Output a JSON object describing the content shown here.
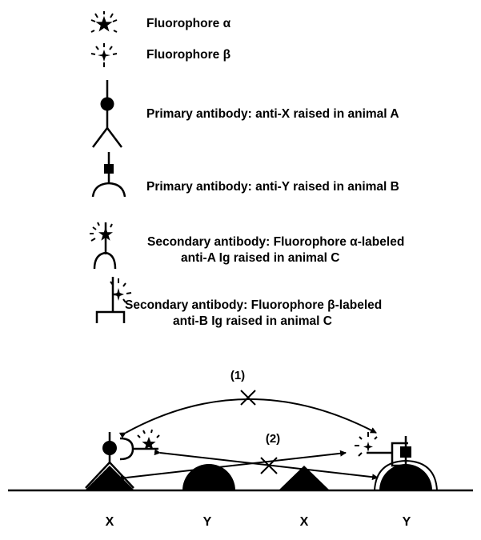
{
  "legend": {
    "fluor_alpha": "Fluorophore α",
    "fluor_beta": "Fluorophore β",
    "primary_x": "Primary antibody: anti-X raised in animal A",
    "primary_y": "Primary antibody: anti-Y raised in animal B",
    "secondary_a_line1": "Secondary antibody: Fluorophore α-labeled",
    "secondary_a_line2": "anti-A Ig raised in animal C",
    "secondary_b_line1": "Secondary antibody: Fluorophore β-labeled",
    "secondary_b_line2": "anti-B Ig raised in animal C"
  },
  "diagram": {
    "label_1": "(1)",
    "label_2": "(2)",
    "targets": [
      "X",
      "Y",
      "X",
      "Y"
    ]
  }
}
